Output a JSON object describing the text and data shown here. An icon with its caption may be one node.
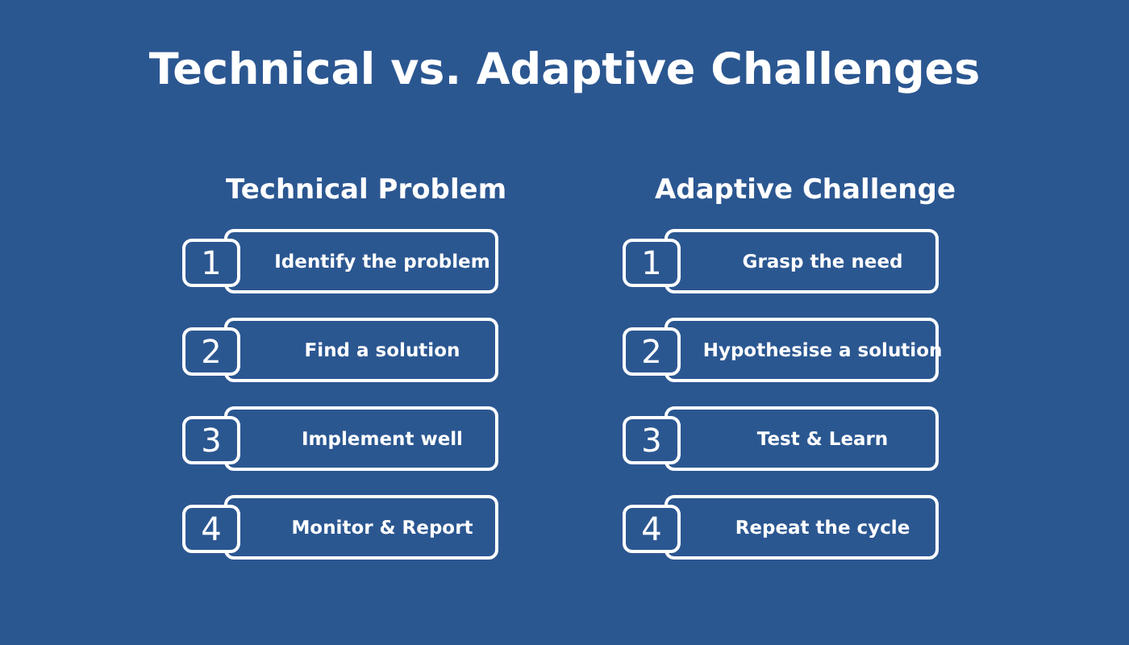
{
  "diagram": {
    "title": "Technical vs. Adaptive Challenges",
    "nodes": [
      {
        "text": [
          "1"
        ]
      },
      {
        "text": [
          "Identify the problem"
        ]
      },
      {
        "text": [
          "1"
        ]
      },
      {
        "text": [
          "Grasp the need"
        ]
      },
      {
        "text": [
          "2"
        ]
      },
      {
        "text": [
          "Find a solution"
        ]
      },
      {
        "text": [
          "2"
        ]
      },
      {
        "text": [
          "Hypothesise a solution"
        ]
      },
      {
        "text": [
          "3"
        ]
      },
      {
        "text": [
          "Implement well"
        ]
      },
      {
        "text": [
          "3"
        ]
      },
      {
        "text": [
          "Test & Learn"
        ]
      },
      {
        "text": [
          "4"
        ]
      },
      {
        "text": [
          "Monitor & Report"
        ]
      },
      {
        "text": [
          "4"
        ]
      },
      {
        "text": [
          "Repeat the cycle"
        ]
      }
    ],
    "labels": [
      "Technical Problem",
      "Adaptive Challenge"
    ]
  }
}
